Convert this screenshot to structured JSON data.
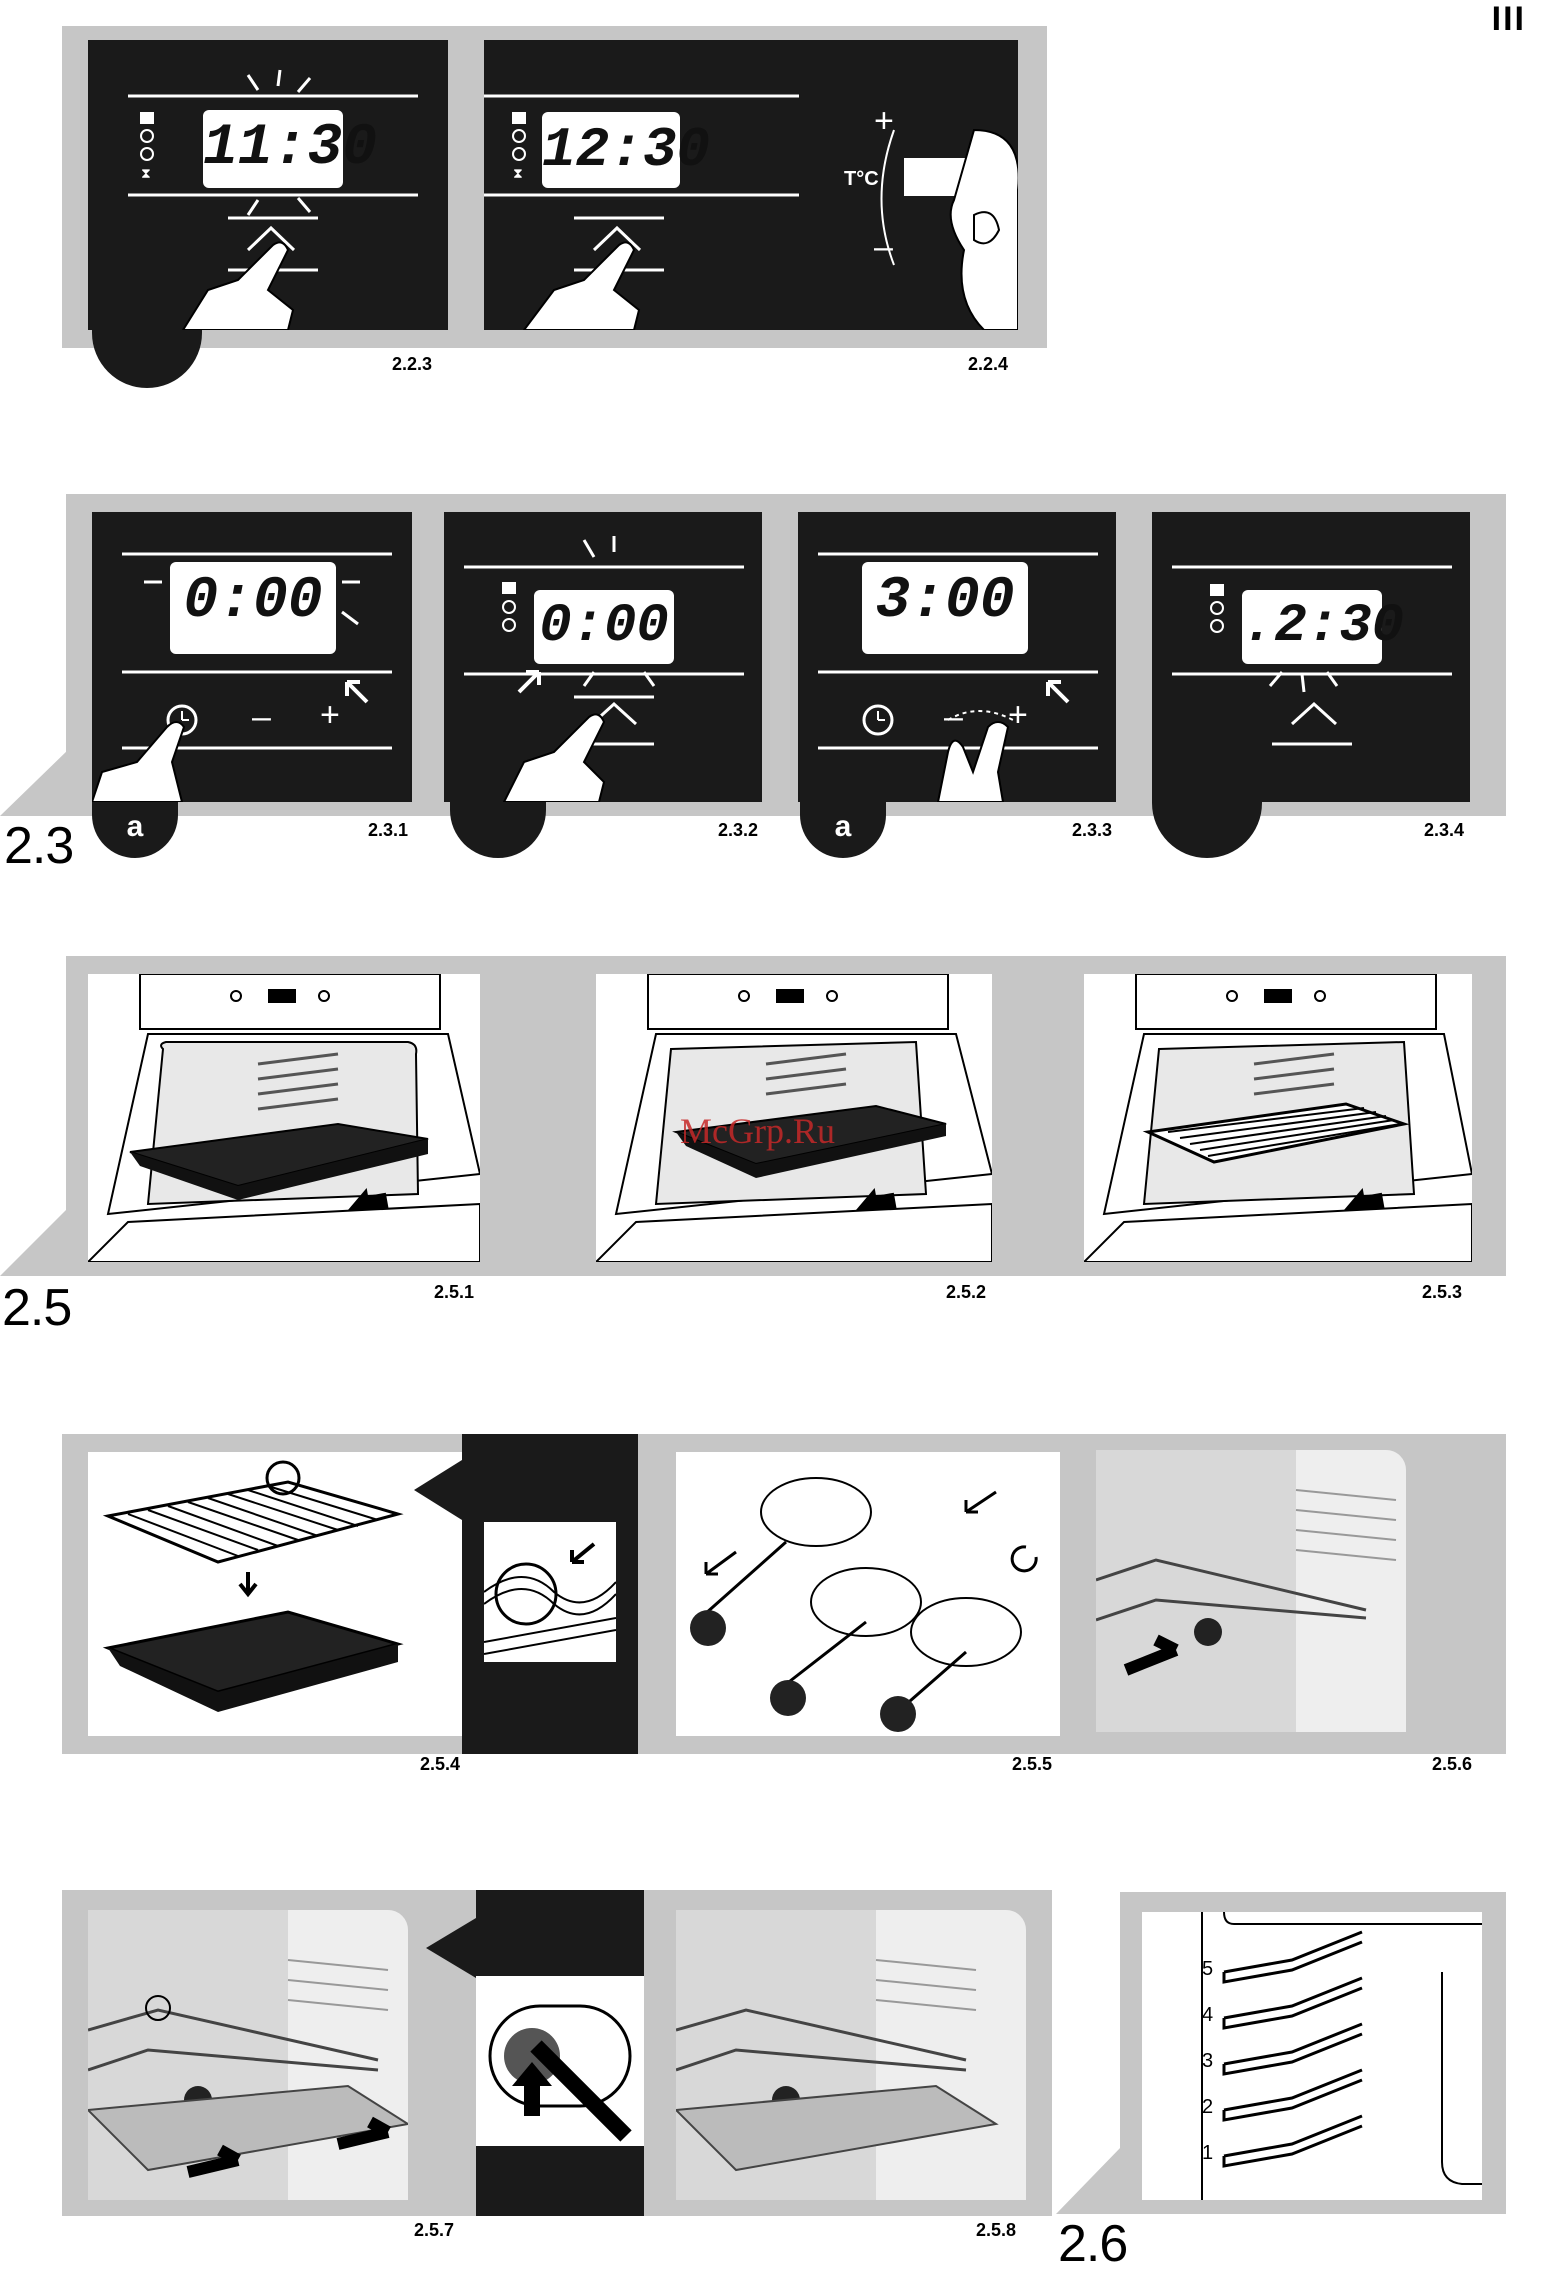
{
  "page_marker": "III",
  "sections": {
    "s23": "2.3",
    "s25": "2.5",
    "s26": "2.6"
  },
  "captions": {
    "c223": "2.2.3",
    "c224": "2.2.4",
    "c231": "2.3.1",
    "c232": "2.3.2",
    "c233": "2.3.3",
    "c234": "2.3.4",
    "c251": "2.5.1",
    "c252": "2.5.2",
    "c253": "2.5.3",
    "c254": "2.5.4",
    "c255": "2.5.5",
    "c256": "2.5.6",
    "c257": "2.5.7",
    "c258": "2.5.8"
  },
  "displays": {
    "d223": "11:30",
    "d224": "12:30",
    "d231": "0:00",
    "d232": "0:00",
    "d233": "3:00",
    "d234": ".2:30"
  },
  "tabs": {
    "a1": "a",
    "a2": "a"
  },
  "controls": {
    "plus": "+",
    "minus": "–",
    "tc": "T°C"
  },
  "shelf_levels": [
    "5",
    "4",
    "3",
    "2",
    "1"
  ],
  "watermark": "McGrp.Ru",
  "colors": {
    "band": "#c6c6c6",
    "panel": "#1a1a1a",
    "watermark": "#c62828"
  }
}
